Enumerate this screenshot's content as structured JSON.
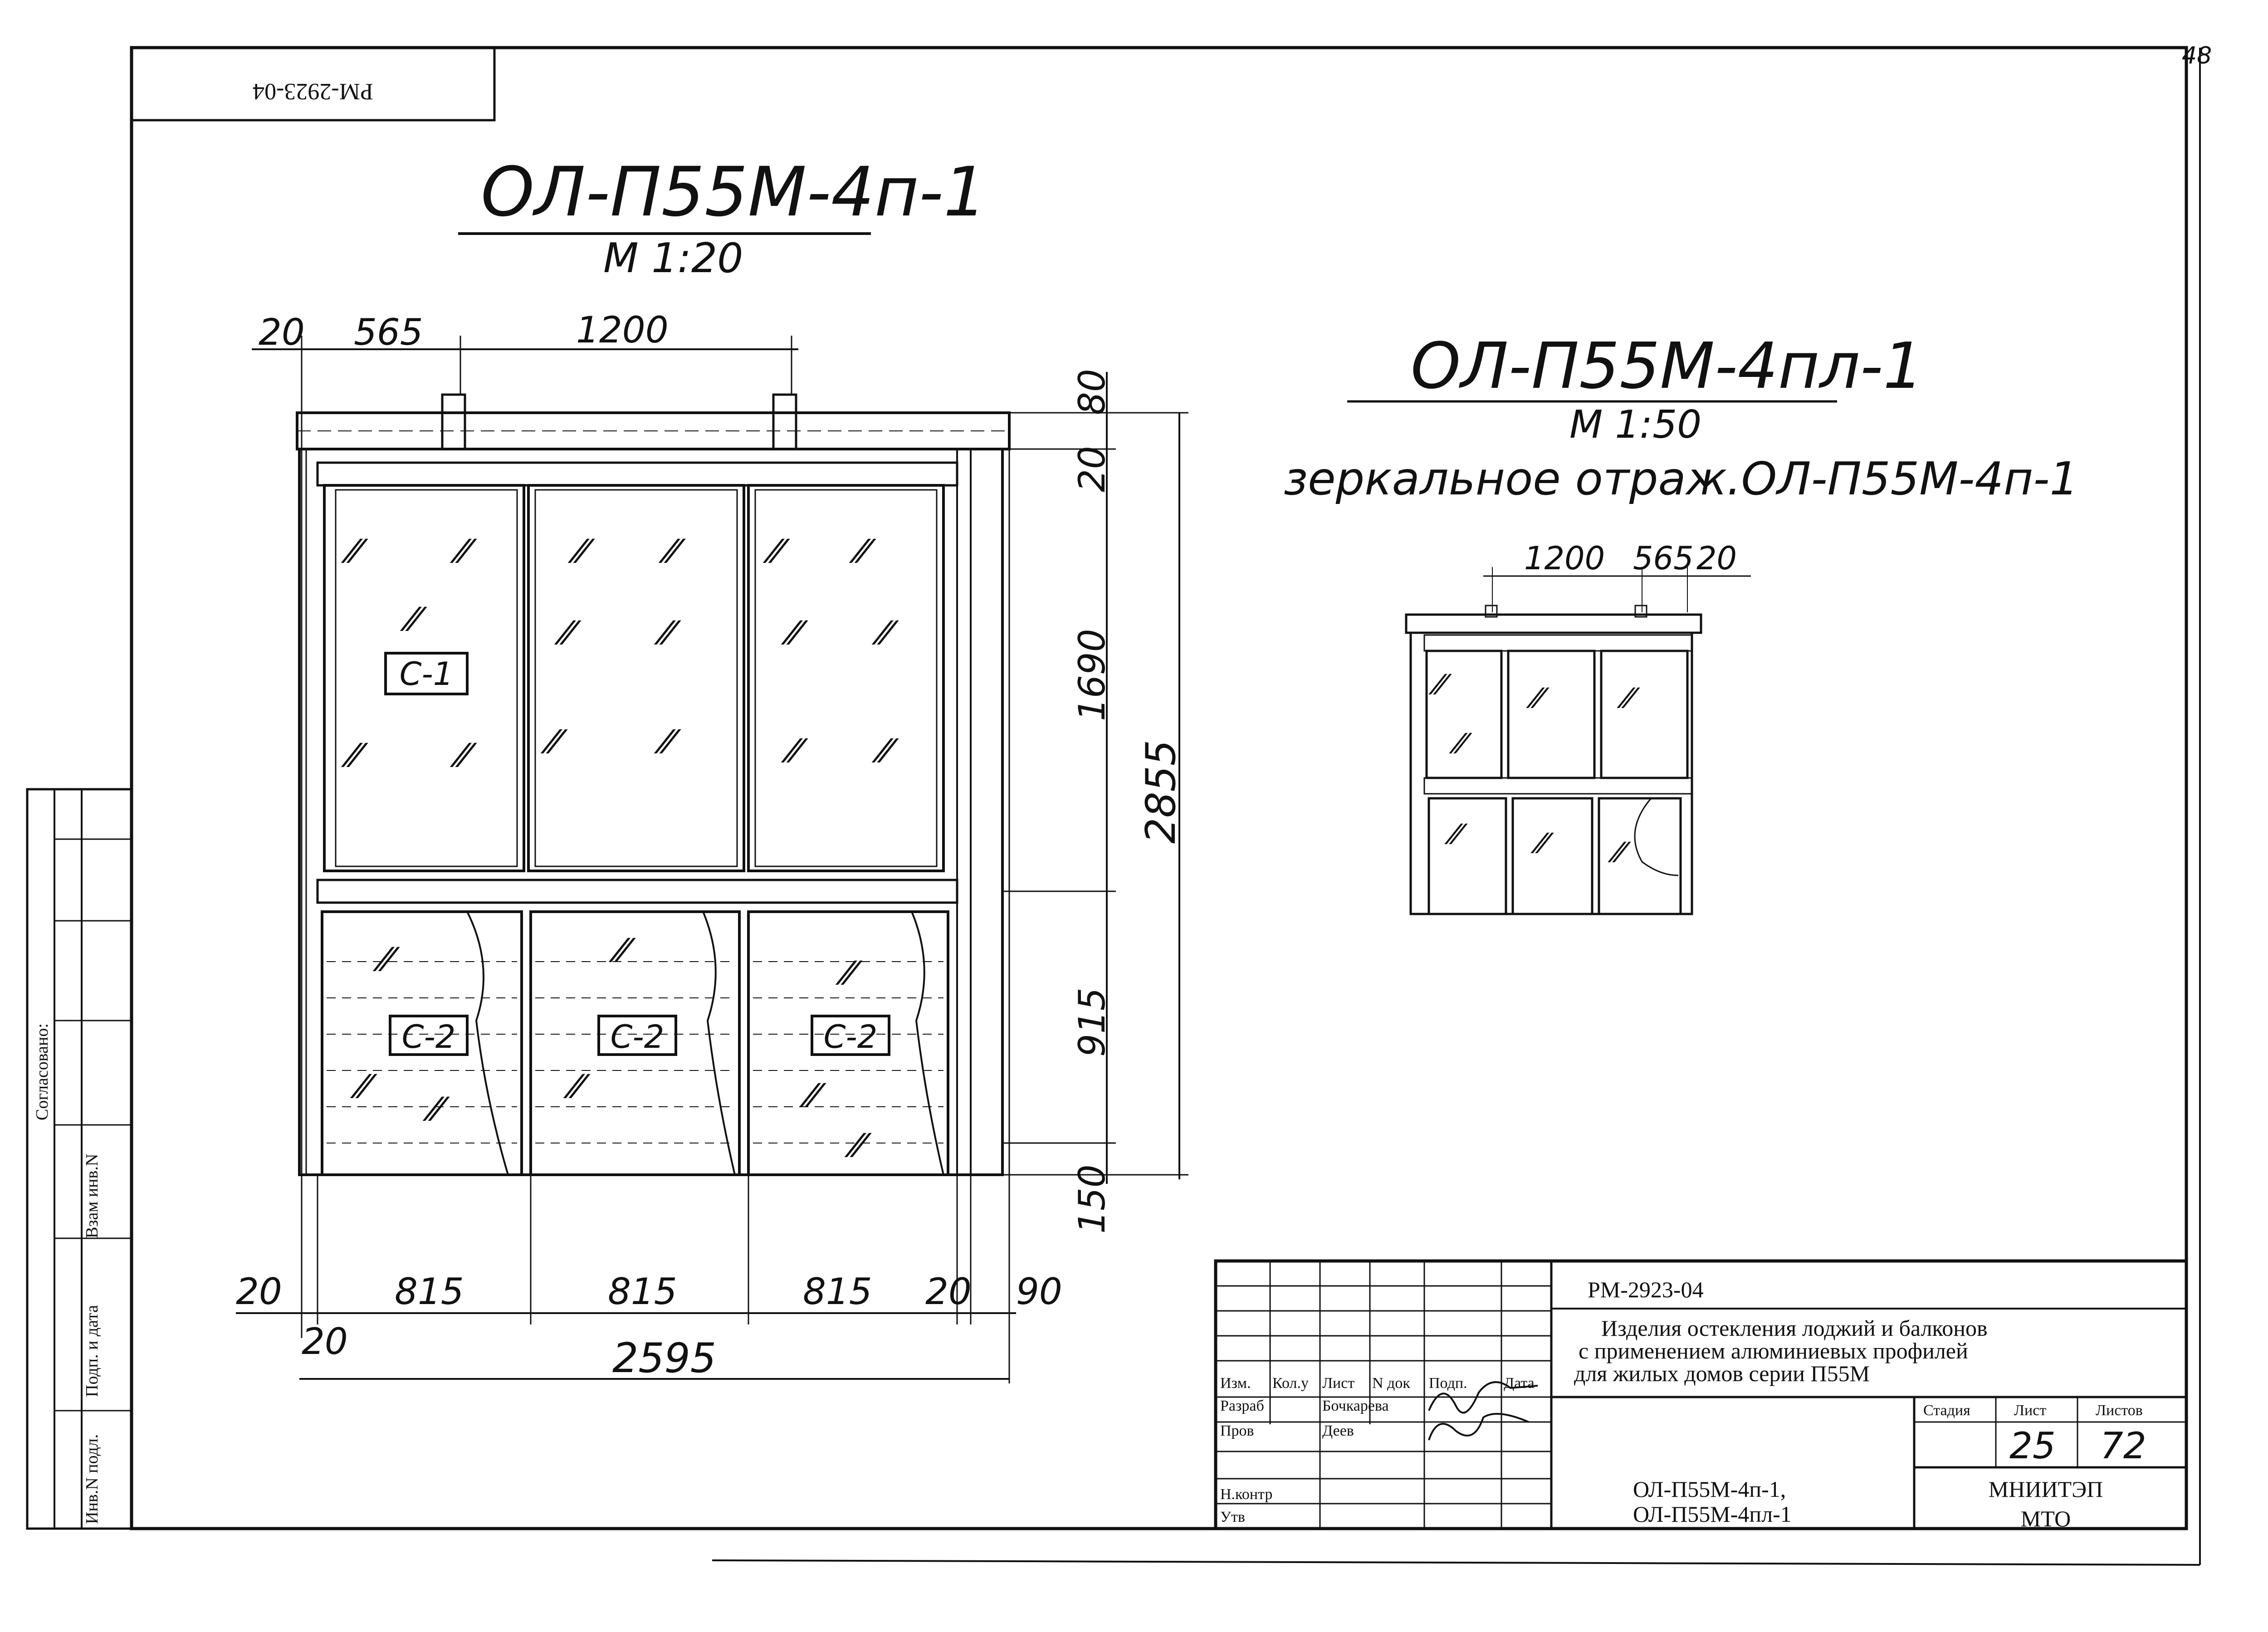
{
  "doc_code": "РМ-2923-04",
  "corner_mark": "48",
  "left_view": {
    "title": "ОЛ-П55М-4п-1",
    "scale": "М 1:20",
    "dims_top": [
      "20",
      "565",
      "1200"
    ],
    "dims_right": [
      "80",
      "20",
      "1690",
      "915",
      "150"
    ],
    "dim_total_height": "2855",
    "dims_bottom": [
      "20",
      "815",
      "815",
      "815",
      "20",
      "90"
    ],
    "dim_left_small": "20",
    "dim_total_width": "2595",
    "label_upper": "С-1",
    "labels_lower": [
      "С-2",
      "С-2",
      "С-2"
    ]
  },
  "right_view": {
    "title": "ОЛ-П55М-4пл-1",
    "scale": "М 1:50",
    "note": "зеркальное отраж.ОЛ-П55М-4п-1",
    "dims_top": [
      "1200",
      "565",
      "20"
    ]
  },
  "side_stamp": [
    "Согласовано:",
    "Взам инв.N",
    "Подп. и дата",
    "Инв.N подл."
  ],
  "title_block": {
    "code": "РМ-2923-04",
    "desc": [
      "Изделия остекления лоджий и балконов",
      "с применением алюминиевых профилей",
      "для жилых домов серии П55М"
    ],
    "headers": [
      "Изм.",
      "Кол.у",
      "Лист",
      "N док",
      "Подп.",
      "Дата"
    ],
    "roles": [
      "Разраб",
      "Пров",
      "Н.контр",
      "Утв"
    ],
    "names": [
      "Бочкарева",
      "Деев"
    ],
    "stage_headers": [
      "Стадия",
      "Лист",
      "Листов"
    ],
    "sheet": "25",
    "sheets": "72",
    "marks": [
      "ОЛ-П55М-4п-1,",
      "ОЛ-П55М-4пл-1"
    ],
    "org": [
      "МНИИТЭП",
      "МТО"
    ]
  }
}
